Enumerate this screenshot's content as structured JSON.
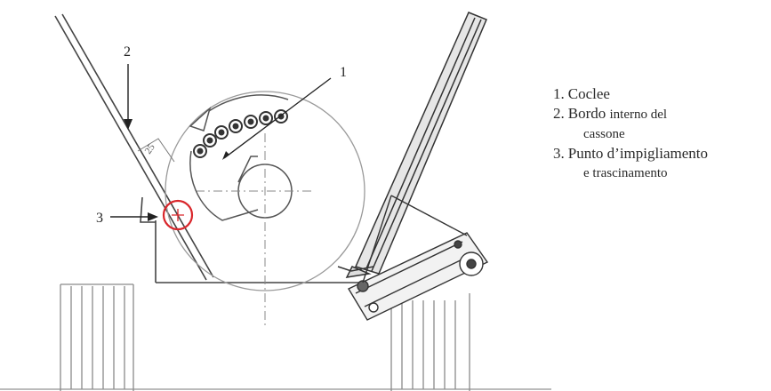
{
  "diagram": {
    "callouts": [
      {
        "id": "1",
        "label": "1"
      },
      {
        "id": "2",
        "label": "2"
      },
      {
        "id": "3",
        "label": "3"
      }
    ],
    "dimension_mark": "25"
  },
  "legend": {
    "items": [
      {
        "number": "1.",
        "text": "Coclee",
        "continuation": ""
      },
      {
        "number": "2.",
        "text": "Bordo",
        "text_small": "interno del",
        "continuation": "cassone"
      },
      {
        "number": "3.",
        "text": "Punto d’impigliamento",
        "continuation": "e trascinamento"
      }
    ]
  },
  "colors": {
    "line": "#333333",
    "light_line": "#9a9a9a",
    "highlight_circle": "#d9262b"
  }
}
